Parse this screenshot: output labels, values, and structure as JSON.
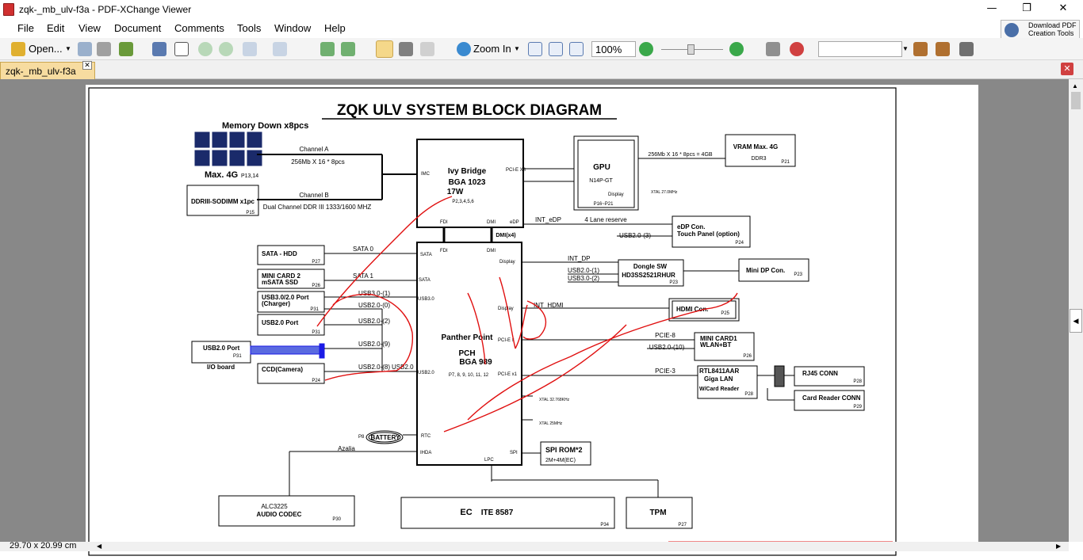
{
  "window": {
    "title": "zqk-_mb_ulv-f3a - PDF-XChange Viewer",
    "minimize": "—",
    "maximize": "❐",
    "close": "✕"
  },
  "menu": [
    "File",
    "Edit",
    "View",
    "Document",
    "Comments",
    "Tools",
    "Window",
    "Help"
  ],
  "promo": {
    "line1": "Download PDF",
    "line2": "Creation Tools"
  },
  "toolbar": {
    "open_label": "Open...",
    "zoom_in_label": "Zoom In",
    "zoom_value": "100%"
  },
  "tab": {
    "label": "zqk-_mb_ulv-f3a"
  },
  "status": {
    "page_size": "29.70 x 20.99 cm"
  },
  "diagram": {
    "title": "ZQK ULV SYSTEM BLOCK DIAGRAM",
    "memory_label": "Memory Down x8pcs",
    "max4g": "Max. 4G",
    "p1314": "P13,14",
    "channel_a": "Channel A",
    "mem_spec": "256Mb X 16 * 8pcs",
    "channel_b": "Channel B",
    "ddr_type": "Dual Channel DDR III 1333/1600 MHZ",
    "sodimm": "DDRIII-SODIMM x1pc",
    "p15": "P15",
    "cpu_name": "Ivy Bridge",
    "cpu_pkg": "BGA 1023",
    "cpu_tdp": "17W",
    "cpu_pages": "P2,3,4,5,6",
    "imc": "IMC",
    "pcie_x8": "PCI-E X8",
    "fdi": "FDI",
    "dmi": "DMI",
    "edp": "eDP",
    "gpu": "GPU",
    "gpu_model": "N14P-GT",
    "display": "Display",
    "gpu_pages": "P16~P21",
    "xtal_27": "XTAL 27.0MHz",
    "vram_spec": "256Mb X 16 * 8pcs = 4GB",
    "vram": "VRAM Max. 4G",
    "ddr3": "DDR3",
    "p21": "P21",
    "int_edp": "INT_eDP",
    "four_lane": "4 Lane reserve",
    "usb20_3": "USB2.0-(3)",
    "edp_con": "eDP  Con.",
    "touch_panel": "Touch Panel (option)",
    "p24": "P24",
    "dmi_x4": "DMI(x4)",
    "sata_hdd": "SATA - HDD",
    "p27": "P27",
    "sata0": "SATA 0",
    "minicard2": "MINI CARD 2",
    "msata": "mSATA SSD",
    "p26": "P26",
    "sata1": "SATA 1",
    "usb30_port": "USB3.0/2.0 Port",
    "charger": "(Charger)",
    "p31": "P31",
    "usb30_1": "USB3.0-(1)",
    "usb20_0": "USB2.0-(0)",
    "usb20_port": "USB2.0 Port",
    "usb20_2": "USB2.0-(2)",
    "usb20_9": "USB2.0-(9)",
    "io_board": "I/O board",
    "ccd": "CCD(Camera)",
    "usb20_8": "USB2.0-(8)",
    "usb20": "USB2.0",
    "sata": "SATA",
    "usb30": "USB3.0",
    "pch_name": "Panther Point",
    "pch": "PCH",
    "pch_pkg": "BGA 989",
    "pch_pages": "P7, 8, 9, 10, 11, 12",
    "pcie_x": "PCI-E x",
    "pcie_x1": "PCI-E x1",
    "rtc": "RTC",
    "ihda": "IHDA",
    "lpc": "LPC",
    "spi": "SPI",
    "int_dp": "INT_DP",
    "usb20_1": "USB2.0-(1)",
    "usb30_2": "USB3.0-(2)",
    "dongle": "Dongle SW",
    "dongle_ic": "HD3SS2521RHUR",
    "p23": "P23",
    "minidp": "Mini DP Con.",
    "int_hdmi": "INT_HDMI",
    "hdmi": "HDMI Con.",
    "p25": "P25",
    "pcie8": "PCIE-8",
    "usb20_10": "USB2.0-(10)",
    "minicard1": "MINI CARD1",
    "wlan": "WLAN+BT",
    "pcie3": "PCIE-3",
    "rtl": "RTL8411AAR",
    "giga": "Giga LAN",
    "wcard": "W/Card Reader",
    "p28": "P28",
    "rj45": "RJ45 CONN",
    "card_reader": "Card Reader CONN",
    "p29": "P29",
    "xtal_32k": "XTAL 32.768KHz",
    "xtal_25": "XTAL 25MHz",
    "p8": "P8",
    "battery": "BATTERY",
    "spi_rom": "SPI ROM*2",
    "spi_size": "2M+4M(EC)",
    "azalia": "Azalia",
    "alc": "ALC3225",
    "codec": "AUDIO CODEC",
    "p30": "P30",
    "ec": "EC",
    "ec_ic": "ITE 8587",
    "p34": "P34",
    "tpm": "TPM",
    "p27b": "P27"
  },
  "colors": {
    "accent_blue": "#1a1ae6",
    "annotation_red": "#e01010",
    "page_num_green": "#00a000",
    "tab_bg": "#f7dca0"
  }
}
